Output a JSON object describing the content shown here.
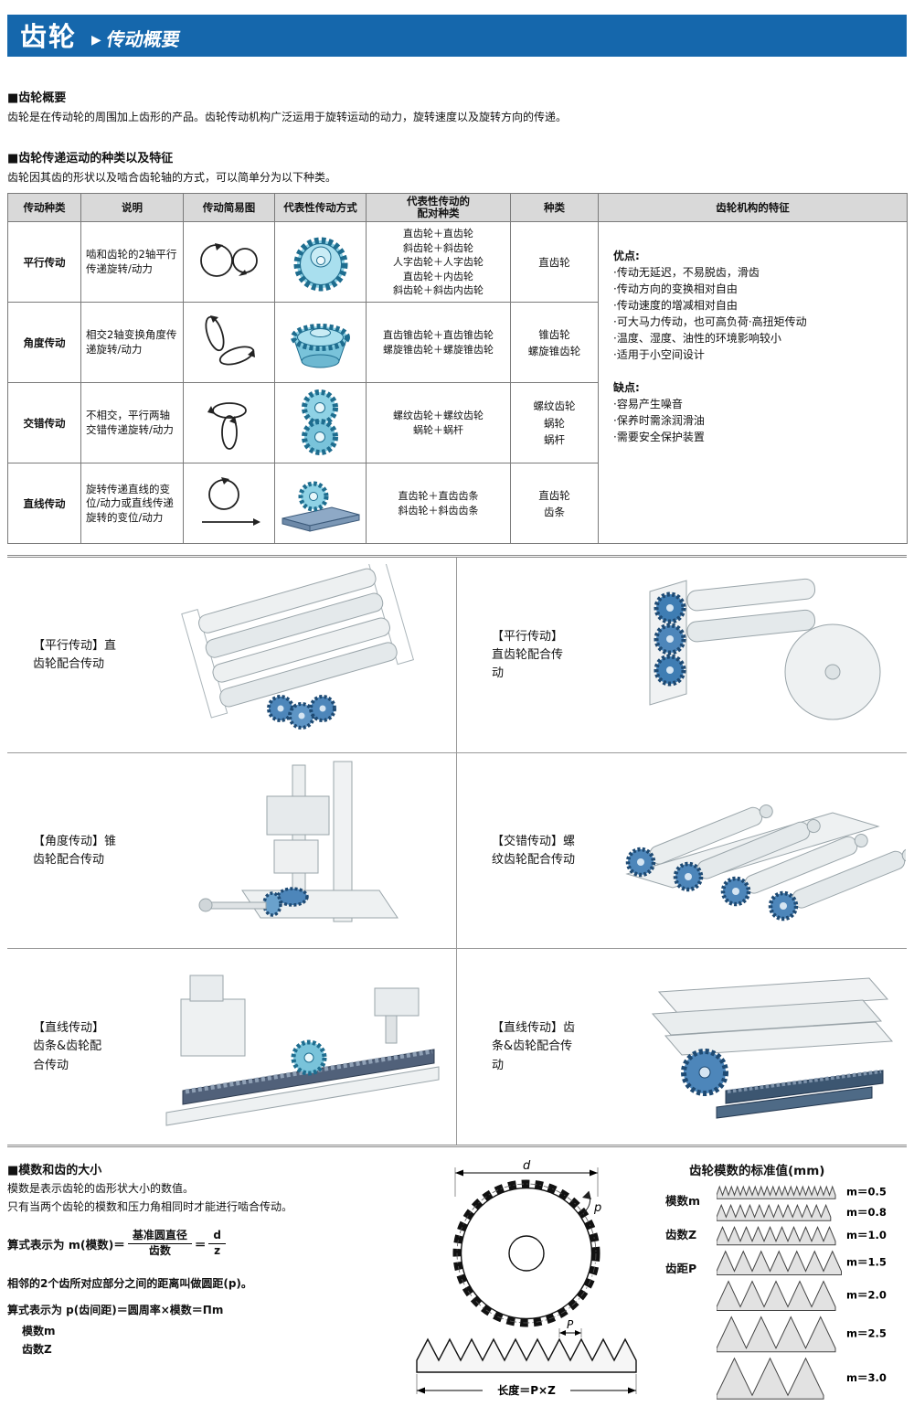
{
  "colors": {
    "header_bg": "#1567ac",
    "header_text": "#ffffff",
    "table_header_bg": "#d9d9d9",
    "gear_teal": "#8fd2e5",
    "gear_blue": "#4d86ba"
  },
  "header": {
    "title": "齿轮",
    "arrow": "▶",
    "subtitle": "传动概要"
  },
  "overview": {
    "heading": "■齿轮概要",
    "body": "齿轮是在传动轮的周围加上齿形的产品。齿轮传动机构广泛运用于旋转运动的动力，旋转速度以及旋转方向的传递。"
  },
  "types_intro": {
    "heading": "■齿轮传递运动的种类以及特征",
    "body": "齿轮因其齿的形状以及啮合齿轮轴的方式，可以简单分为以下种类。"
  },
  "table": {
    "headers": [
      "传动种类",
      "说明",
      "传动简易图",
      "代表性传动方式",
      "代表性传动的\n配对种类",
      "种类",
      "齿轮机构的特征"
    ],
    "rows": [
      {
        "type": "平行传动",
        "description": "啮和齿轮的2轴平行传递旋转/动力",
        "pairs": "直齿轮＋直齿轮\n斜齿轮＋斜齿轮\n人字齿轮＋人字齿轮\n直齿轮＋内齿轮\n斜齿轮＋斜齿内齿轮",
        "kinds": "直齿轮"
      },
      {
        "type": "角度传动",
        "description": "相交2轴变换角度传递旋转/动力",
        "pairs": "直齿锥齿轮＋直齿锥齿轮\n螺旋锥齿轮＋螺旋锥齿轮",
        "kinds": "锥齿轮\n螺旋锥齿轮"
      },
      {
        "type": "交错传动",
        "description": "不相交，平行两轴交错传递旋转/动力",
        "pairs": "螺纹齿轮＋螺纹齿轮\n蜗轮＋蜗杆",
        "kinds": "螺纹齿轮\n蜗轮\n蜗杆"
      },
      {
        "type": "直线传动",
        "description": "旋转传递直线的变位/动力或直线传递旋转的变位/动力",
        "pairs": "直齿轮＋直齿齿条\n斜齿轮＋斜齿齿条",
        "kinds": "直齿轮\n齿条"
      }
    ],
    "features": {
      "advantages_title": "优点:",
      "advantages": [
        "·传动无延迟，不易脱齿，滑齿",
        "·传动方向的变换相对自由",
        "·传动速度的增减相对自由",
        "·可大马力传动，也可高负荷·高扭矩传动",
        "·温度、湿度、油性的环境影响较小",
        "·适用于小空间设计"
      ],
      "disadvantages_title": "缺点:",
      "disadvantages": [
        "·容易产生噪音",
        "·保养时需涂润滑油",
        "·需要安全保护装置"
      ]
    }
  },
  "gallery": {
    "items": [
      {
        "label": "【平行传动】直\n齿轮配合传动"
      },
      {
        "label": "【平行传动】\n直齿轮配合传\n动"
      },
      {
        "label": "【角度传动】锥\n齿轮配合传动"
      },
      {
        "label": "【交错传动】螺\n纹齿轮配合传动"
      },
      {
        "label": "【直线传动】\n齿条&齿轮配\n合传动"
      },
      {
        "label": "【直线传动】齿\n条&齿轮配合传\n动"
      }
    ]
  },
  "module_section": {
    "heading": "■模数和齿的大小",
    "line1": "模数是表示齿轮的齿形状大小的数值。",
    "line2": "只有当两个齿轮的模数和压力角相同时才能进行啮合传动。",
    "formula1_prefix": "算式表示为 m(模数)＝",
    "formula1_num": "基准圆直径",
    "formula1_den": "齿数",
    "formula1_eq": "＝",
    "formula1_num2": "d",
    "formula1_den2": "z",
    "line3": "相邻的2个齿所对应部分之间的距离叫做圆距(p)。",
    "formula2": "算式表示为 p(齿间距)＝圆周率×模数＝Πm",
    "label_m": "模数m",
    "label_z": "齿数Z",
    "diagram": {
      "d": "d",
      "p": "p",
      "P": "P",
      "length": "长度＝P×Z"
    }
  },
  "module_standards": {
    "title": "齿轮模数的标准值(mm)",
    "axis_labels": [
      "模数m",
      "齿数Z",
      "齿距P"
    ],
    "items": [
      {
        "m": 0.5,
        "label": "m＝0.5"
      },
      {
        "m": 0.8,
        "label": "m＝0.8"
      },
      {
        "m": 1.0,
        "label": "m＝1.0"
      },
      {
        "m": 1.5,
        "label": "m＝1.5"
      },
      {
        "m": 2.0,
        "label": "m＝2.0"
      },
      {
        "m": 2.5,
        "label": "m＝2.5"
      },
      {
        "m": 3.0,
        "label": "m＝3.0"
      }
    ]
  }
}
